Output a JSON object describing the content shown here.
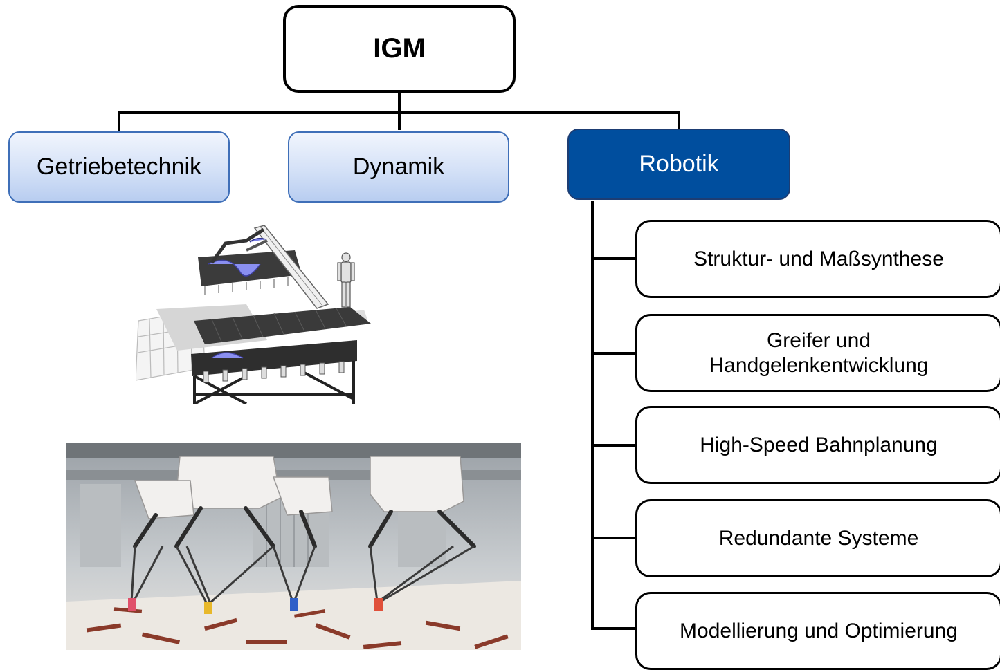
{
  "root": {
    "label": "IGM"
  },
  "level1": [
    {
      "label": "Getriebetechnik"
    },
    {
      "label": "Dynamik"
    },
    {
      "label": "Robotik"
    }
  ],
  "robotik_children": [
    {
      "label": "Struktur- und Maßsynthese"
    },
    {
      "label_line1": "Greifer und",
      "label_line2": "Handgelenkentwicklung"
    },
    {
      "label": "High-Speed Bahnplanung"
    },
    {
      "label": "Redundante Systeme"
    },
    {
      "label": "Modellierung und Optimierung"
    }
  ],
  "colors": {
    "connector": "#000000",
    "box_gradient_top": "#f1f5fd",
    "box_gradient_bottom": "#b8cdf0",
    "box_border": "#3f6fb8",
    "active_fill": "#004e9e"
  },
  "images": {
    "render": "conveyor-cad-render",
    "photo": "delta-robots-photo"
  }
}
